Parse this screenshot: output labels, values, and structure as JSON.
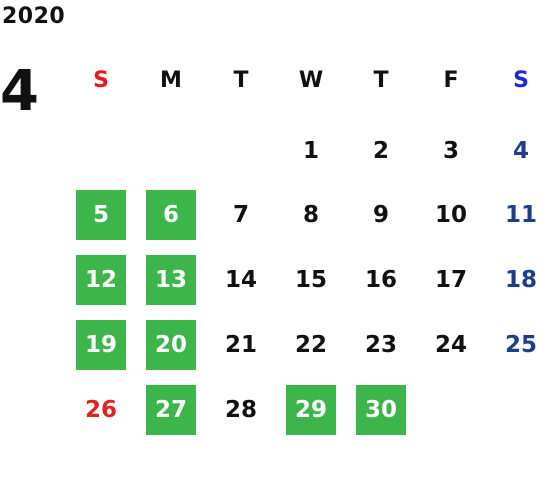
{
  "year": "2020",
  "month": "4",
  "weekdays": [
    {
      "label": "S",
      "color": "#e8191c"
    },
    {
      "label": "M",
      "color": "#111111"
    },
    {
      "label": "T",
      "color": "#111111"
    },
    {
      "label": "W",
      "color": "#111111"
    },
    {
      "label": "T",
      "color": "#111111"
    },
    {
      "label": "F",
      "color": "#111111"
    },
    {
      "label": "S",
      "color": "#1a2ad8"
    }
  ],
  "colors": {
    "highlight_bg": "#3cb54a",
    "highlight_text": "#ffffff",
    "sunday": "#e02424",
    "saturday": "#1f3d8f",
    "weekday": "#111111"
  },
  "weeks": [
    [
      {
        "day": ""
      },
      {
        "day": ""
      },
      {
        "day": ""
      },
      {
        "day": "1"
      },
      {
        "day": "2"
      },
      {
        "day": "3"
      },
      {
        "day": "4"
      }
    ],
    [
      {
        "day": "5",
        "highlight": true
      },
      {
        "day": "6",
        "highlight": true
      },
      {
        "day": "7"
      },
      {
        "day": "8"
      },
      {
        "day": "9"
      },
      {
        "day": "10"
      },
      {
        "day": "11"
      }
    ],
    [
      {
        "day": "12",
        "highlight": true
      },
      {
        "day": "13",
        "highlight": true
      },
      {
        "day": "14"
      },
      {
        "day": "15"
      },
      {
        "day": "16"
      },
      {
        "day": "17"
      },
      {
        "day": "18"
      }
    ],
    [
      {
        "day": "19",
        "highlight": true
      },
      {
        "day": "20",
        "highlight": true
      },
      {
        "day": "21"
      },
      {
        "day": "22"
      },
      {
        "day": "23"
      },
      {
        "day": "24"
      },
      {
        "day": "25"
      }
    ],
    [
      {
        "day": "26"
      },
      {
        "day": "27",
        "highlight": true
      },
      {
        "day": "28"
      },
      {
        "day": "29",
        "highlight": true
      },
      {
        "day": "30",
        "highlight": true
      },
      {
        "day": ""
      },
      {
        "day": ""
      }
    ]
  ]
}
